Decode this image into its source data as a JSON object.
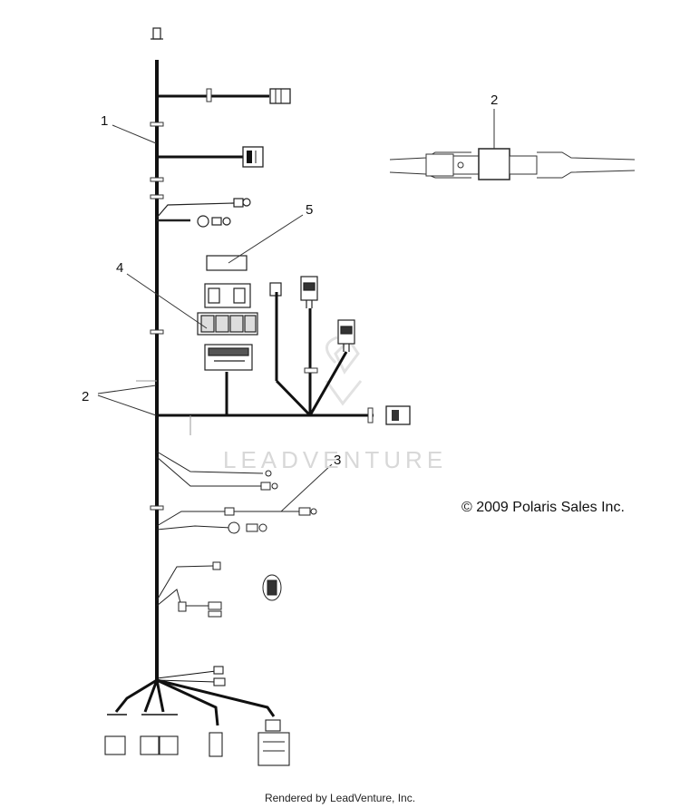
{
  "callouts": {
    "c1": "1",
    "c2_top": "2",
    "c2_left": "2",
    "c3": "3",
    "c4": "4",
    "c5": "5"
  },
  "copyright": "© 2009 Polaris Sales Inc.",
  "watermark": "LEADVENTURE",
  "footer": "Rendered by LeadVenture, Inc."
}
